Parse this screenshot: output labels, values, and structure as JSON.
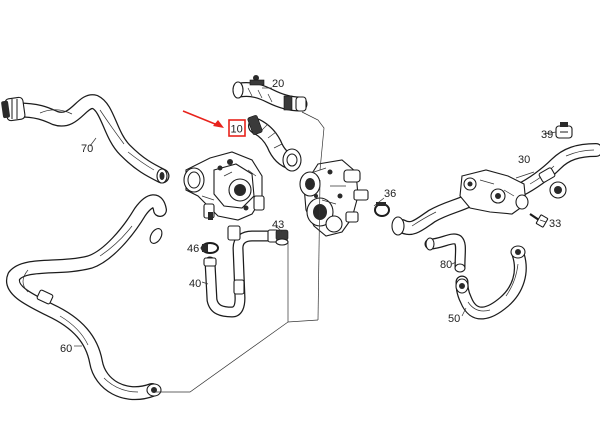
{
  "callouts": {
    "p20": "20",
    "p10": "10",
    "p70": "70",
    "p39": "39",
    "p30": "30",
    "p36": "36",
    "p43": "43",
    "p33": "33",
    "p46": "46",
    "p80": "80",
    "p40": "40",
    "p50": "50",
    "p60": "60"
  },
  "highlight": {
    "part": "10",
    "color": "#e8231c",
    "arrow_color": "#e8231c"
  }
}
